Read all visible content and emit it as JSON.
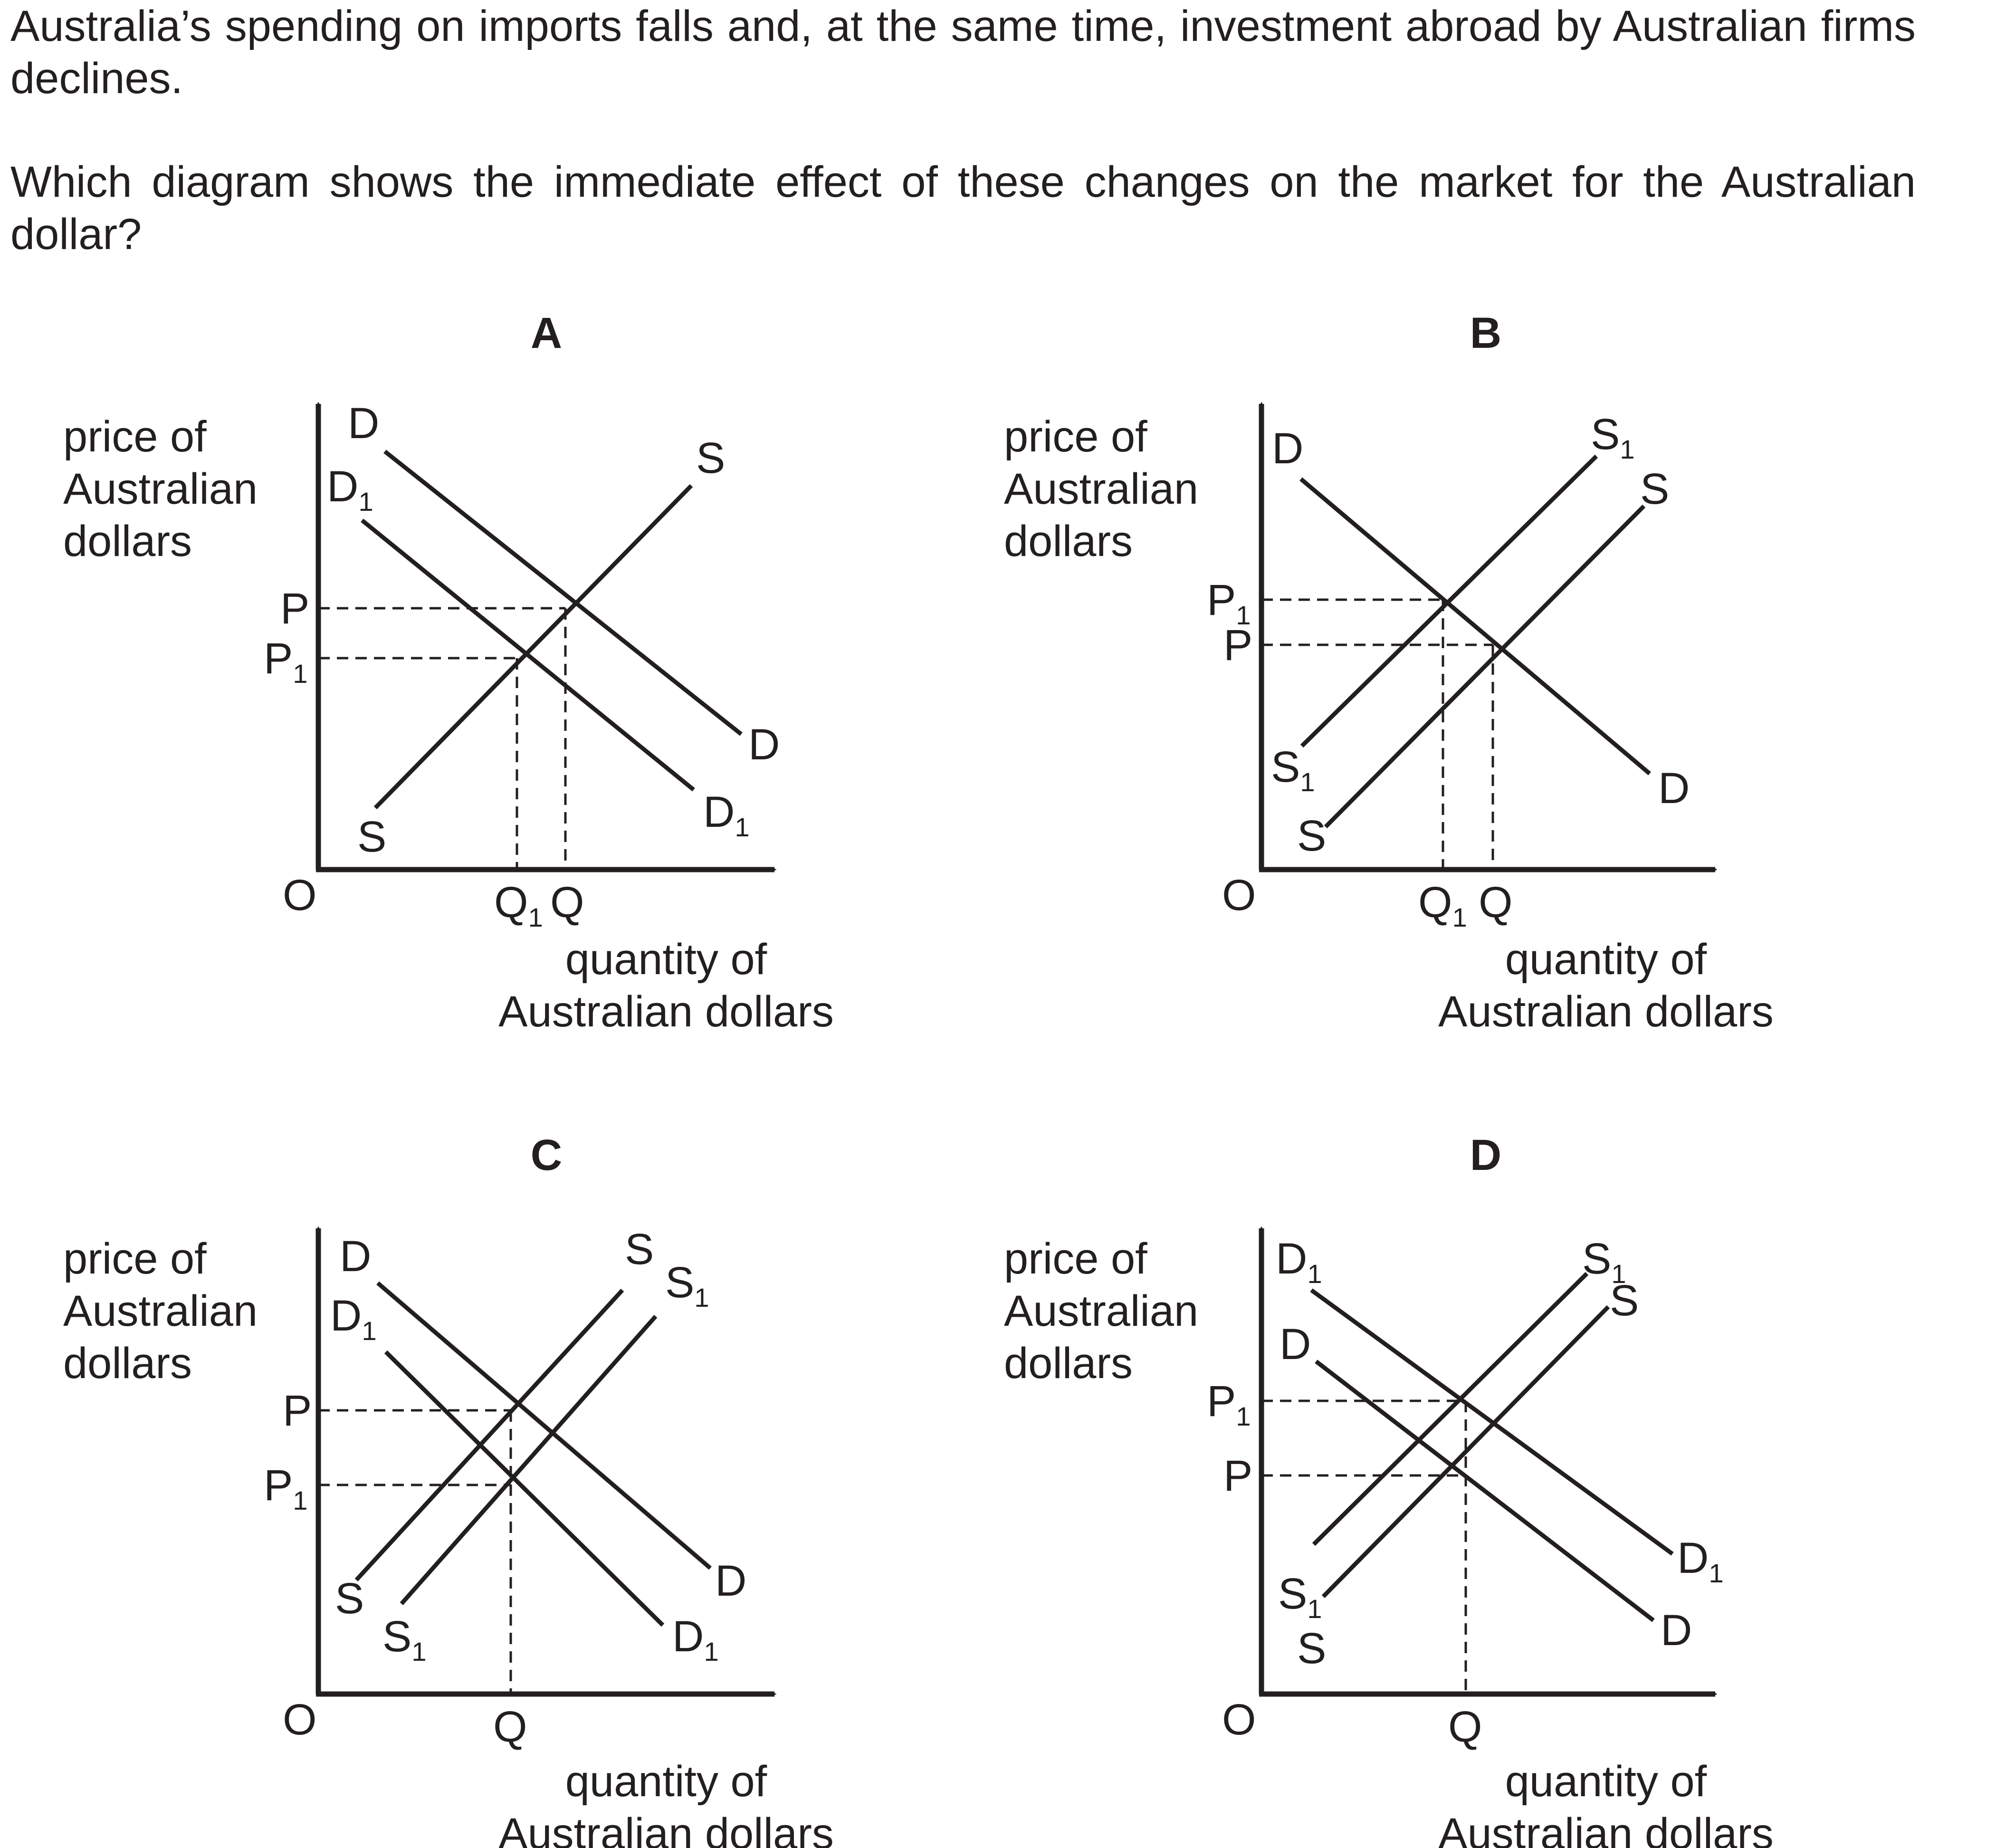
{
  "question": {
    "line1": "Australia’s spending on imports falls and, at the same time, investment abroad by Australian firms declines.",
    "line2": "Which diagram shows the immediate effect of these changes on the market for the Australian dollar?"
  },
  "common": {
    "ylabel": [
      "price of",
      "Australian",
      "dollars"
    ],
    "xlabel": [
      "quantity of",
      "Australian dollars"
    ],
    "origin": "O"
  },
  "diagrams": [
    {
      "id": "A",
      "title": "A",
      "curves": [
        {
          "label": "D",
          "type": "demand"
        },
        {
          "label": "D",
          "sub": "1",
          "type": "demand"
        },
        {
          "label": "S",
          "type": "supply"
        }
      ],
      "price_ticks": [
        {
          "t": "P",
          "s": ""
        },
        {
          "t": "P",
          "s": "1"
        }
      ],
      "qty_ticks": [
        {
          "t": "Q",
          "s": "1"
        },
        {
          "t": "Q",
          "s": ""
        }
      ]
    },
    {
      "id": "B",
      "title": "B",
      "curves": [
        {
          "label": "D",
          "type": "demand"
        },
        {
          "label": "S",
          "sub": "1",
          "type": "supply"
        },
        {
          "label": "S",
          "type": "supply"
        }
      ],
      "price_ticks": [
        {
          "t": "P",
          "s": "1"
        },
        {
          "t": "P",
          "s": ""
        }
      ],
      "qty_ticks": [
        {
          "t": "Q",
          "s": "1"
        },
        {
          "t": "Q",
          "s": ""
        }
      ]
    },
    {
      "id": "C",
      "title": "C",
      "curves": [
        {
          "label": "D",
          "type": "demand"
        },
        {
          "label": "D",
          "sub": "1",
          "type": "demand"
        },
        {
          "label": "S",
          "type": "supply"
        },
        {
          "label": "S",
          "sub": "1",
          "type": "supply"
        }
      ],
      "price_ticks": [
        {
          "t": "P",
          "s": ""
        },
        {
          "t": "P",
          "s": "1"
        }
      ],
      "qty_ticks": [
        {
          "t": "Q",
          "s": ""
        }
      ]
    },
    {
      "id": "D",
      "title": "D",
      "curves": [
        {
          "label": "D",
          "sub": "1",
          "type": "demand"
        },
        {
          "label": "D",
          "type": "demand"
        },
        {
          "label": "S",
          "sub": "1",
          "type": "supply"
        },
        {
          "label": "S",
          "type": "supply"
        }
      ],
      "price_ticks": [
        {
          "t": "P",
          "s": "1"
        },
        {
          "t": "P",
          "s": ""
        }
      ],
      "qty_ticks": [
        {
          "t": "Q",
          "s": ""
        }
      ]
    }
  ]
}
